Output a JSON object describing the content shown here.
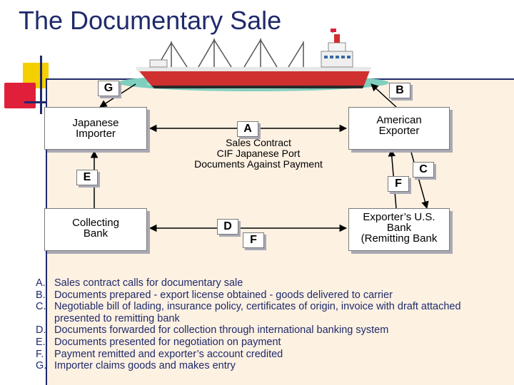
{
  "title": "The Documentary Sale",
  "nodes": {
    "importer": [
      "Japanese",
      "Importer"
    ],
    "exporter": [
      "American",
      "Exporter"
    ],
    "collecting_bank": [
      "Collecting",
      "Bank"
    ],
    "remitting_bank": [
      "Exporter’s U.S.",
      "Bank",
      "(Remitting Bank"
    ]
  },
  "tags": {
    "a": "A",
    "b": "B",
    "c": "C",
    "d": "D",
    "e": "E",
    "f": "F",
    "g": "G"
  },
  "sales_contract": [
    "Sales Contract",
    "CIF Japanese Port",
    "Documents Against Payment"
  ],
  "steps": [
    {
      "letter": "A.",
      "text": "Sales contract calls for documentary sale"
    },
    {
      "letter": "B.",
      "text": "Documents prepared - export license obtained - goods delivered to carrier"
    },
    {
      "letter": "C.",
      "text": "Negotiable bill of lading, insurance policy, certificates of origin, invoice with draft attached presented to remitting bank"
    },
    {
      "letter": "D.",
      "text": "Documents forwarded for collection through international banking system"
    },
    {
      "letter": "E.",
      "text": "Documents presented for negotiation on payment"
    },
    {
      "letter": "F.",
      "text": "Payment remitted and exporter’s account credited"
    },
    {
      "letter": "G.",
      "text": "Importer claims goods and makes entry"
    }
  ],
  "colors": {
    "title": "#1f2a6b",
    "panel": "#fdf1e2",
    "water": "#7fcfbf",
    "hull": "#d03030",
    "deco_yellow": "#f5d000",
    "deco_red": "#e0203a",
    "deco_navy": "#1f2a6b"
  },
  "icons": {
    "ship": "cargo-ship-illustration"
  }
}
